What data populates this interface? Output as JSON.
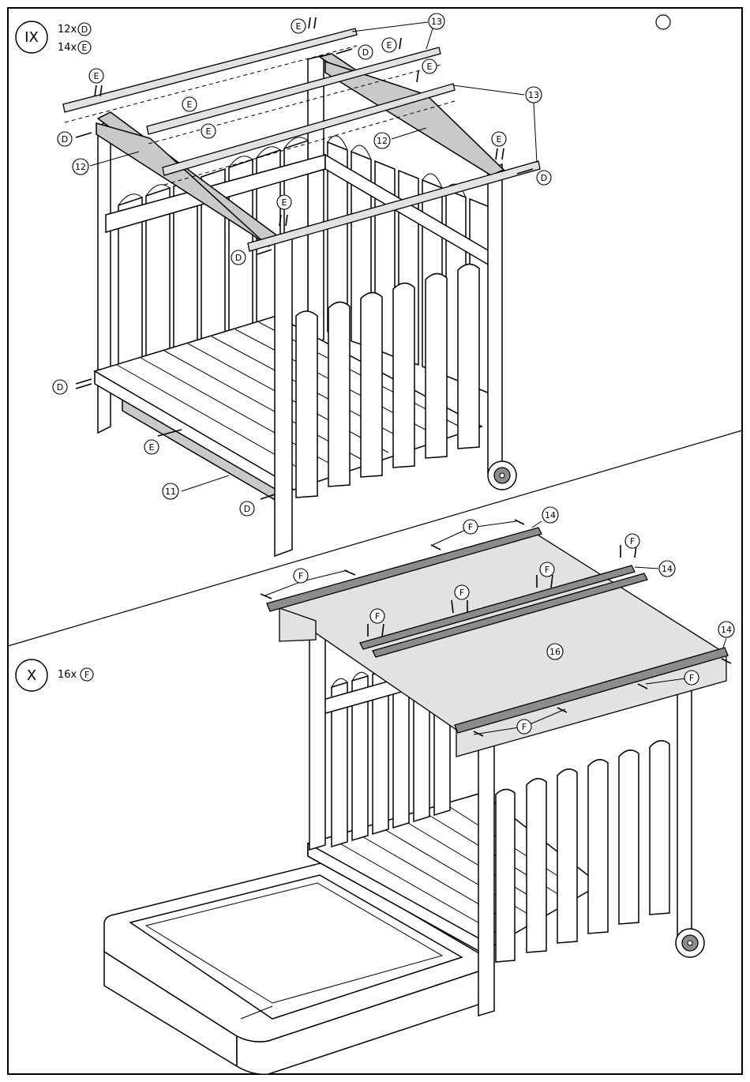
{
  "page": {
    "corner_marker": "circle"
  },
  "steps": [
    {
      "number": "IX",
      "hardware": [
        {
          "qty": "12x",
          "part": "D"
        },
        {
          "qty": "14x",
          "part": "E"
        }
      ],
      "part_labels": [
        "11",
        "12",
        "12",
        "13",
        "13"
      ],
      "fastener_labels": [
        "D",
        "E"
      ]
    },
    {
      "number": "X",
      "hardware": [
        {
          "qty": "16x",
          "part": "F"
        }
      ],
      "part_labels": [
        "14",
        "14",
        "14",
        "16"
      ],
      "fastener_labels": [
        "F"
      ]
    }
  ]
}
